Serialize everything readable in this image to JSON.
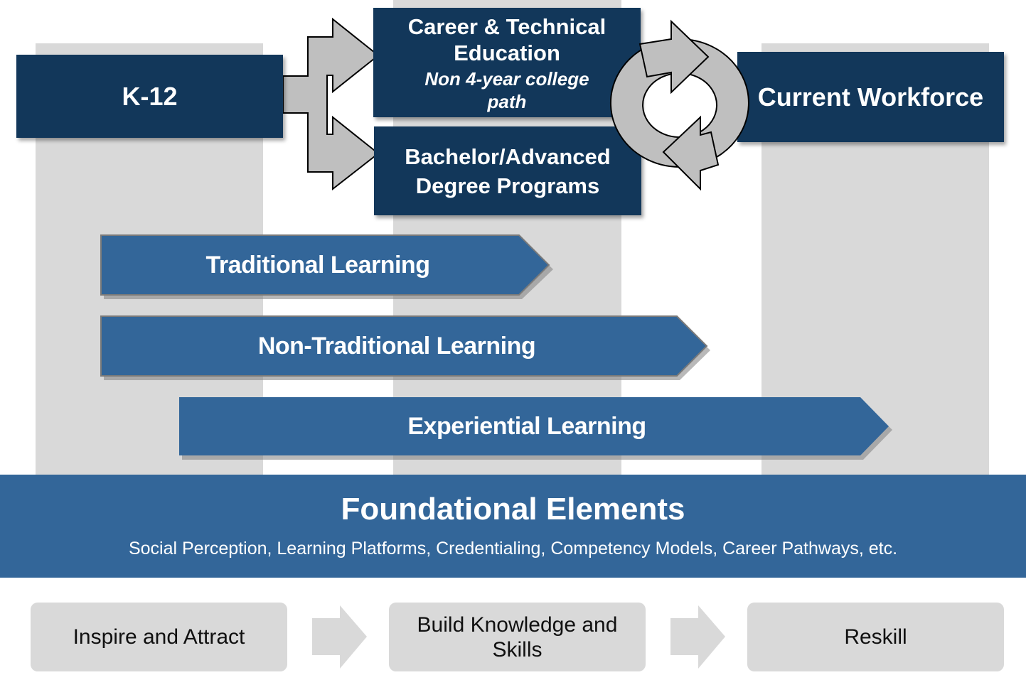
{
  "diagram": {
    "colors": {
      "dark_navy": "#12375a",
      "steel_blue": "#336699",
      "column_gray": "#d9d9d9",
      "arrow_gray": "#bfbfbf",
      "stage_gray": "#d9d9d9",
      "white": "#ffffff"
    },
    "top_row": {
      "k12": {
        "label": "K-12"
      },
      "cte": {
        "title_line1": "Career & Technical",
        "title_line2": "Education",
        "subtitle_line1": "Non 4-year college",
        "subtitle_line2": "path"
      },
      "degree": {
        "line1": "Bachelor/Advanced",
        "line2": "Degree Programs"
      },
      "workforce": {
        "label": "Current Workforce"
      },
      "icons": {
        "split_arrow": "split-arrow-icon",
        "cycle": "cycle-arrows-icon"
      }
    },
    "learning_bands": [
      {
        "label": "Traditional Learning"
      },
      {
        "label": "Non-Traditional Learning"
      },
      {
        "label": "Experiential Learning"
      }
    ],
    "foundation": {
      "title": "Foundational Elements",
      "subtitle": "Social Perception, Learning Platforms, Credentialing, Competency Models, Career Pathways, etc."
    },
    "stages": [
      {
        "line1": "Inspire and Attract",
        "line2": ""
      },
      {
        "line1": "Build Knowledge and",
        "line2": "Skills"
      },
      {
        "line1": "Reskill",
        "line2": ""
      }
    ]
  }
}
